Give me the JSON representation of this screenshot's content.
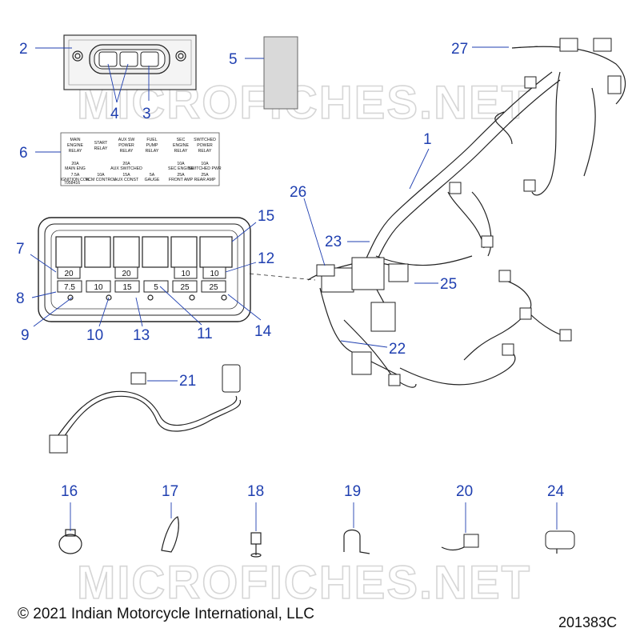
{
  "watermark": "MICROFICHES.NET",
  "callouts": {
    "c1": "1",
    "c2": "2",
    "c3": "3",
    "c4": "4",
    "c5": "5",
    "c6": "6",
    "c7": "7",
    "c8": "8",
    "c9": "9",
    "c10": "10",
    "c11": "11",
    "c12": "12",
    "c13": "13",
    "c14": "14",
    "c15": "15",
    "c16": "16",
    "c17": "17",
    "c18": "18",
    "c19": "19",
    "c20": "20",
    "c21": "21",
    "c22": "22",
    "c23": "23",
    "c24": "24",
    "c25": "25",
    "c26": "26",
    "c27": "27"
  },
  "relay_label": {
    "headers": [
      [
        "MAIN",
        "ENGINE",
        "RELAY"
      ],
      [
        "START",
        "RELAY"
      ],
      [
        "AUX SW",
        "POWER",
        "RELAY"
      ],
      [
        "FUEL",
        "PUMP",
        "RELAY"
      ],
      [
        "SEC",
        "ENGINE",
        "RELAY"
      ],
      [
        "SWITCHED",
        "POWER",
        "RELAY"
      ]
    ],
    "upper_fuses": [
      [
        "20A",
        "MAIN ENG"
      ],
      [
        "20A",
        "AUX SWITCHED"
      ],
      [
        "10A",
        "SEC ENGINE"
      ],
      [
        "10A",
        "SWITCHED PWR"
      ]
    ],
    "lower_fuses": [
      [
        "7.5A",
        "IGNITION COIL"
      ],
      [
        "10A",
        "VCM CONTROL"
      ],
      [
        "15A",
        "AUX CONST"
      ],
      [
        "5A",
        "GAUGE"
      ],
      [
        "25A",
        "FRONT AMP"
      ],
      [
        "25A",
        "REAR AMP"
      ]
    ],
    "part_no": "7058416"
  },
  "fuse_box": {
    "upper_values": [
      "20",
      "20",
      "10",
      "10"
    ],
    "lower_values": [
      "7.5",
      "10",
      "15",
      "5",
      "25",
      "25"
    ]
  },
  "footer": {
    "copyright": "© 2021 Indian Motorcycle International, LLC",
    "diagram_id": "201383C"
  }
}
